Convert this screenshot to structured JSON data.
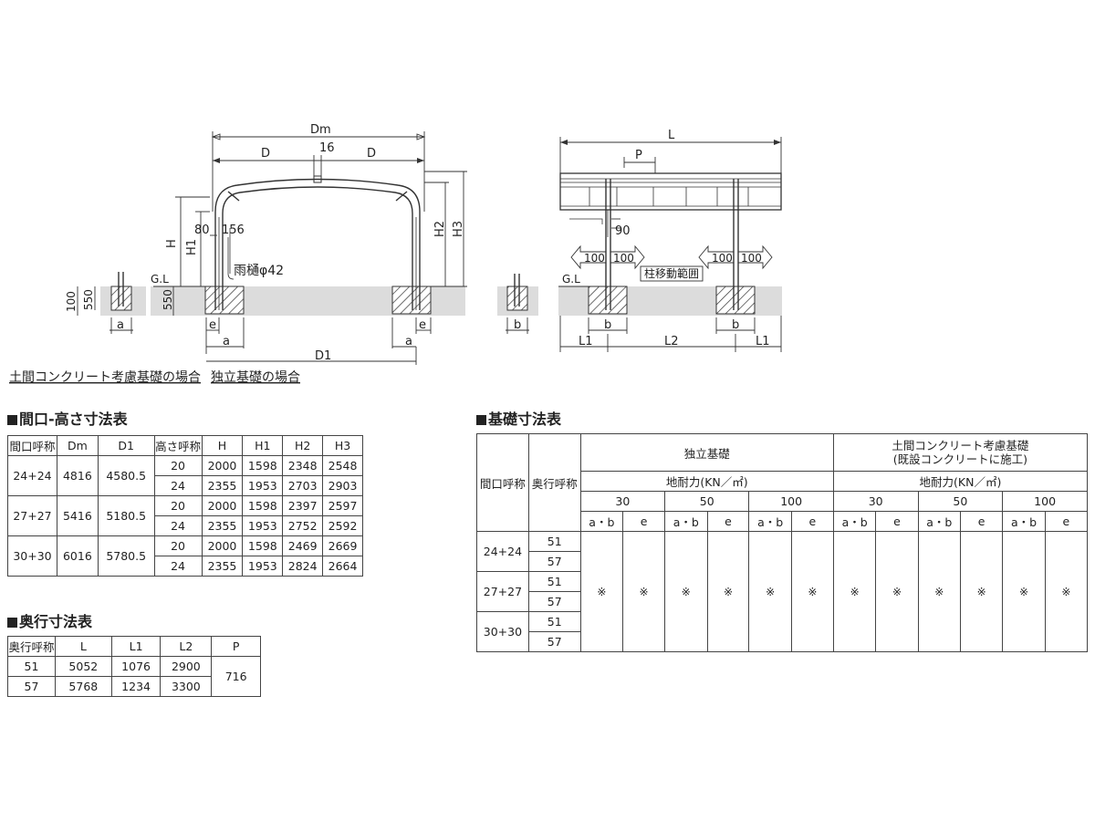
{
  "front_view": {
    "dims": {
      "Dm": "Dm",
      "D_left": "D",
      "D_right": "D",
      "gap": "16",
      "H": "H",
      "H1": "H1",
      "H2": "H2",
      "H3": "H3",
      "d80": "80",
      "d156": "156",
      "gutter": "雨樋φ42",
      "GL": "G.L",
      "d100": "100",
      "d550_small": "550",
      "d550": "550",
      "a_small": "a",
      "e_left": "e",
      "a_left": "a",
      "D1": "D1",
      "a_right": "a",
      "e_right": "e"
    }
  },
  "side_view": {
    "dims": {
      "L": "L",
      "P": "P",
      "d90": "90",
      "arrow_100": [
        "100",
        "100",
        "100",
        "100"
      ],
      "pillar_range": "柱移動範囲",
      "GL": "G.L",
      "b_small": "b",
      "b1": "b",
      "b2": "b",
      "L1_left": "L1",
      "L2": "L2",
      "L1_right": "L1"
    }
  },
  "captions": {
    "left": "土間コンクリート考慮基礎の場合",
    "right": "独立基礎の場合"
  },
  "section_titles": {
    "width_height": "間口-高さ寸法表",
    "depth": "奥行寸法表",
    "foundation": "基礎寸法表"
  },
  "width_height_table": {
    "headers": [
      "間口呼称",
      "Dm",
      "D1",
      "高さ呼称",
      "H",
      "H1",
      "H2",
      "H3"
    ],
    "groups": [
      {
        "width": "24+24",
        "Dm": "4816",
        "D1": "4580.5",
        "rows": [
          [
            "20",
            "2000",
            "1598",
            "2348",
            "2548"
          ],
          [
            "24",
            "2355",
            "1953",
            "2703",
            "2903"
          ]
        ]
      },
      {
        "width": "27+27",
        "Dm": "5416",
        "D1": "5180.5",
        "rows": [
          [
            "20",
            "2000",
            "1598",
            "2397",
            "2597"
          ],
          [
            "24",
            "2355",
            "1953",
            "2752",
            "2592"
          ]
        ]
      },
      {
        "width": "30+30",
        "Dm": "6016",
        "D1": "5780.5",
        "rows": [
          [
            "20",
            "2000",
            "1598",
            "2469",
            "2669"
          ],
          [
            "24",
            "2355",
            "1953",
            "2824",
            "2664"
          ]
        ]
      }
    ]
  },
  "depth_table": {
    "headers": [
      "奥行呼称",
      "L",
      "L1",
      "L2",
      "P"
    ],
    "rows": [
      [
        "51",
        "5052",
        "1076",
        "2900"
      ],
      [
        "57",
        "5768",
        "1234",
        "3300"
      ]
    ],
    "P": "716"
  },
  "foundation_table": {
    "h_width": "間口呼称",
    "h_depth": "奥行呼称",
    "h_independent": "独立基礎",
    "h_slab_line1": "土間コンクリート考慮基礎",
    "h_slab_line2": "(既設コンクリートに施工)",
    "bearing": "地耐力(KN／㎡)",
    "capacities": [
      "30",
      "50",
      "100"
    ],
    "sub": [
      "a・b",
      "e"
    ],
    "mark": "※",
    "groups": [
      {
        "width": "24+24",
        "depths": [
          "51",
          "57"
        ]
      },
      {
        "width": "27+27",
        "depths": [
          "51",
          "57"
        ]
      },
      {
        "width": "30+30",
        "depths": [
          "51",
          "57"
        ]
      }
    ]
  }
}
